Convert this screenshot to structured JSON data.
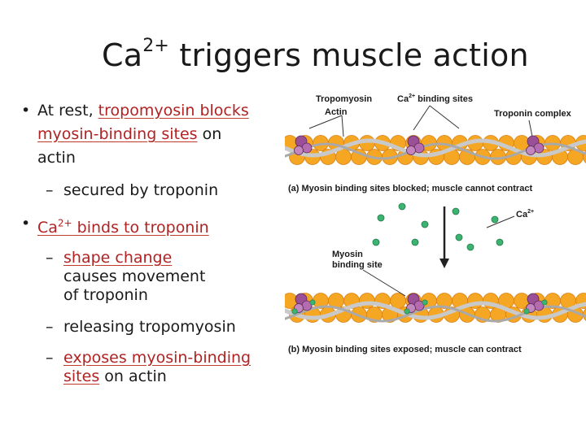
{
  "slide": {
    "title_base": "Ca",
    "title_sup": "2+",
    "title_rest": " triggers muscle action"
  },
  "bullets": {
    "b1_pre": "At rest, ",
    "b1_link1": "tropomyosin blocks",
    "b1_link2": "myosin-binding sites",
    "b1_post": " on",
    "b1_line3": "actin",
    "b1_sub": "secured by troponin",
    "b2_ca": "Ca",
    "b2_sup": "2+",
    "b2_rest": " binds to troponin",
    "b2_sub1_link": "shape change",
    "b2_sub1_line2": "causes movement",
    "b2_sub1_line3": "of troponin",
    "b2_sub2": "releasing tropomyosin",
    "b2_sub3_link": "exposes myosin-binding",
    "b2_sub3_link2": "sites",
    "b2_sub3_post": " on actin",
    "bullet_glyph": "•",
    "dash_glyph": "–"
  },
  "figure": {
    "label_tropomyosin": "Tropomyosin",
    "label_actin": "Actin",
    "label_ca_sites": "Ca",
    "label_ca_sites_sup": "2+",
    "label_ca_sites_rest": " binding sites",
    "label_troponin": "Troponin complex",
    "caption_a": "(a) Myosin binding sites blocked; muscle cannot contract",
    "label_ca": "Ca",
    "label_ca_sup": "2+",
    "label_myosin_line1": "Myosin",
    "label_myosin_line2": "binding site",
    "caption_b": "(b) Myosin binding sites exposed; muscle can contract",
    "colors": {
      "actin": "#f5a623",
      "actin_dark": "#d9831a",
      "tropomyosin": "#c9c9c9",
      "troponin": "#9b4f96",
      "calcium": "#3cb371"
    }
  }
}
